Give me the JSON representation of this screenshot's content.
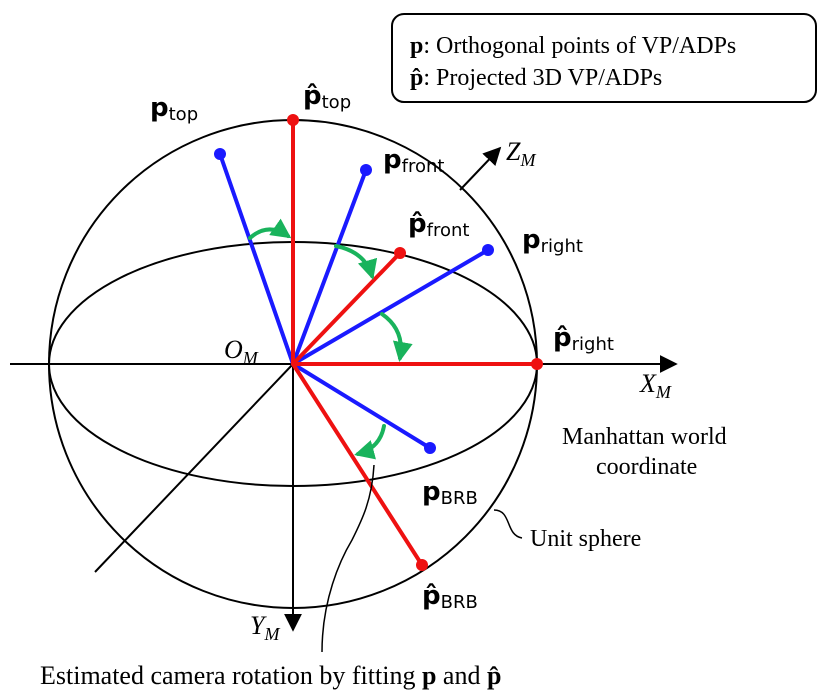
{
  "legend": {
    "p_symbol": "p",
    "p_hat_symbol": "p̂",
    "p_text": ":  Orthogonal points of VP/ADPs",
    "p_hat_text": ":  Projected 3D VP/ADPs"
  },
  "axes": {
    "origin": "O",
    "origin_sub": "M",
    "x": "X",
    "x_sub": "M",
    "y": "Y",
    "y_sub": "M",
    "z": "Z",
    "z_sub": "M"
  },
  "points": {
    "p_top": {
      "main": "p",
      "sub": "top"
    },
    "p_hat_top": {
      "main": "p̂",
      "sub": "top"
    },
    "p_front": {
      "main": "p",
      "sub": "front"
    },
    "p_hat_front": {
      "main": "p̂",
      "sub": "front"
    },
    "p_right": {
      "main": "p",
      "sub": "right"
    },
    "p_hat_right": {
      "main": "p̂",
      "sub": "right"
    },
    "p_brb": {
      "main": "p",
      "sub": "BRB"
    },
    "p_hat_brb": {
      "main": "p̂",
      "sub": "BRB"
    }
  },
  "annotations": {
    "manhattan_line1": "Manhattan world",
    "manhattan_line2": "coordinate",
    "unit_sphere": "Unit sphere",
    "caption_prefix": "Estimated camera rotation by fitting ",
    "caption_p": "p",
    "caption_and": " and ",
    "caption_p_hat": "p̂"
  },
  "colors": {
    "blue": "#1a1aff",
    "red": "#ee1111",
    "green": "#19b35c",
    "black": "#000000"
  }
}
